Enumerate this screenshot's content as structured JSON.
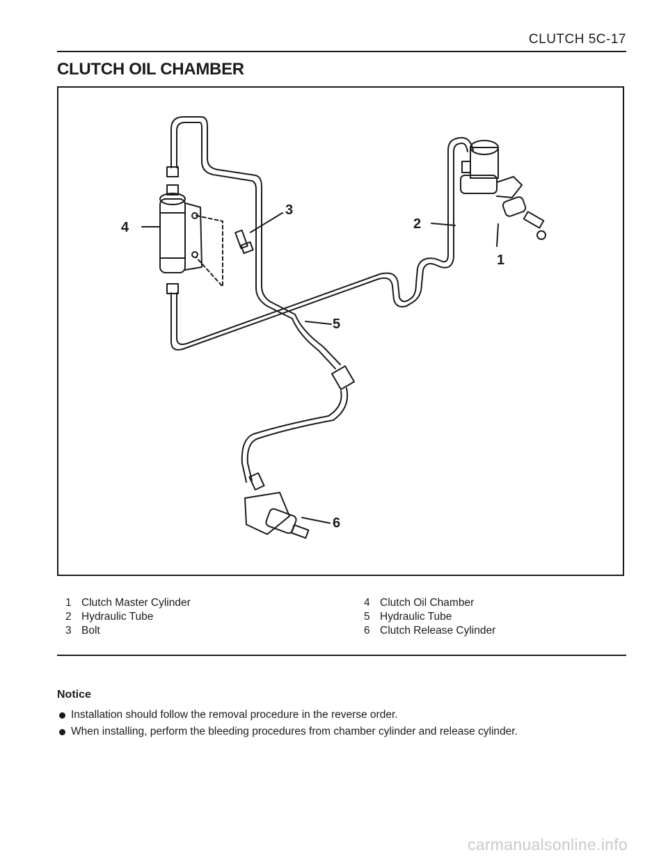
{
  "header": {
    "section_code": "CLUTCH 5C-17"
  },
  "title": "CLUTCH OIL CHAMBER",
  "figure": {
    "callouts": [
      "1",
      "2",
      "3",
      "4",
      "5",
      "6"
    ]
  },
  "legend": {
    "left": [
      {
        "num": "1",
        "label": "Clutch Master Cylinder"
      },
      {
        "num": "2",
        "label": "Hydraulic Tube"
      },
      {
        "num": "3",
        "label": "Bolt"
      }
    ],
    "right": [
      {
        "num": "4",
        "label": "Clutch Oil Chamber"
      },
      {
        "num": "5",
        "label": "Hydraulic Tube"
      },
      {
        "num": "6",
        "label": "Clutch Release Cylinder"
      }
    ]
  },
  "notice": {
    "title": "Notice",
    "items": [
      "Installation should follow the removal procedure in the reverse order.",
      "When installing, perform the bleeding procedures from chamber cylinder and release cylinder."
    ]
  },
  "watermark": "carmanualsonline.info"
}
